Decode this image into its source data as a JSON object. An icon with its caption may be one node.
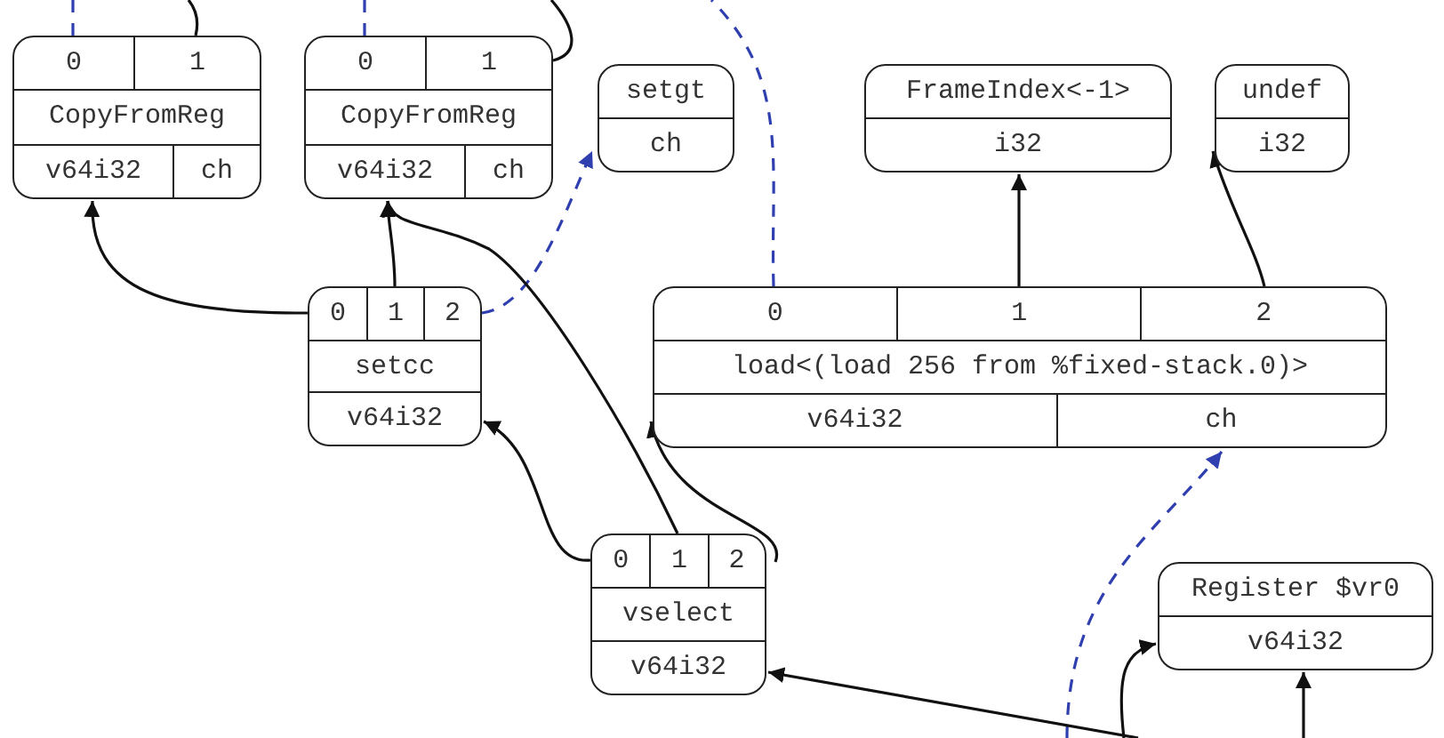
{
  "diagram": {
    "nodes": [
      {
        "text": [
          "0",
          "1",
          "CopyFromReg",
          "v64i32",
          "ch"
        ]
      },
      {
        "text": [
          "0",
          "1",
          "CopyFromReg",
          "v64i32",
          "ch"
        ]
      },
      {
        "text": [
          "setgt",
          "ch"
        ]
      },
      {
        "text": [
          "FrameIndex<-1>",
          "i32"
        ]
      },
      {
        "text": [
          "undef",
          "i32"
        ]
      },
      {
        "text": [
          "0",
          "1",
          "2",
          "setcc",
          "v64i32"
        ]
      },
      {
        "text": [
          "0",
          "1",
          "2",
          "load<(load 256 from %fixed-stack.0)>",
          "v64i32",
          "ch"
        ]
      },
      {
        "text": [
          "0",
          "1",
          "2",
          "vselect",
          "v64i32"
        ]
      },
      {
        "text": [
          "Register $vr0",
          "v64i32"
        ]
      }
    ],
    "edges": [
      {
        "from": 5,
        "to": 0,
        "arrow": "to"
      },
      {
        "from": 5,
        "to": 1,
        "arrow": "to"
      },
      {
        "from": 5,
        "to": 2,
        "arrow": "to",
        "style": "dashed",
        "color": "#2f3fb0"
      },
      {
        "from": 6,
        "to": 3,
        "arrow": "to"
      },
      {
        "from": 6,
        "to": 4,
        "arrow": "to"
      },
      {
        "from": 6,
        "to": null,
        "arrow": "none",
        "style": "dashed",
        "color": "#2f3fb0"
      },
      {
        "from": 7,
        "to": 5,
        "arrow": "to"
      },
      {
        "from": 7,
        "to": 1,
        "arrow": "to"
      },
      {
        "from": 7,
        "to": 6,
        "arrow": "to"
      },
      {
        "from": null,
        "to": 6,
        "arrow": "to",
        "style": "dashed",
        "color": "#2f3fb0"
      },
      {
        "from": null,
        "to": 7,
        "arrow": "to"
      },
      {
        "from": null,
        "to": 8,
        "arrow": "to"
      },
      {
        "from": null,
        "to": 8,
        "arrow": "to"
      },
      {
        "from": 0,
        "to": null,
        "arrow": "none",
        "style": "dashed",
        "color": "#2f3fb0"
      },
      {
        "from": 0,
        "to": null,
        "arrow": "none"
      },
      {
        "from": 1,
        "to": null,
        "arrow": "none",
        "style": "dashed",
        "color": "#2f3fb0"
      },
      {
        "from": 1,
        "to": null,
        "arrow": "none"
      }
    ]
  }
}
